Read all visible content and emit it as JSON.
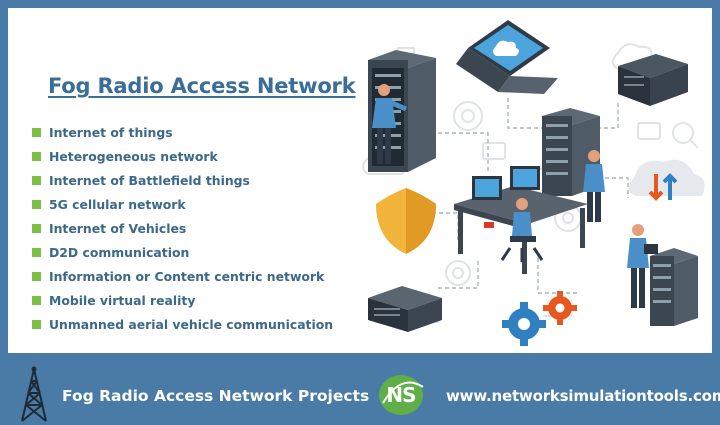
{
  "content": {
    "title": "Fog Radio Access Network",
    "topics": [
      {
        "label": "Internet of things"
      },
      {
        "label": "Heterogeneous network"
      },
      {
        "label": "Internet of Battlefield things"
      },
      {
        "label": "5G cellular network"
      },
      {
        "label": "Internet of Vehicles"
      },
      {
        "label": "D2D communication"
      },
      {
        "label": "Information or Content centric network"
      },
      {
        "label": "Mobile virtual reality"
      },
      {
        "label": "Unmanned aerial vehicle communication"
      }
    ]
  },
  "footer": {
    "title": "Fog Radio Access Network Projects",
    "logo_text": "NS",
    "website": "www.networksimulationtools.com"
  },
  "colors": {
    "accent_blue": "#3a6e98",
    "bullet_green": "#7dbe45",
    "footer_bg": "#4a7aa6",
    "logo_green": "#5fae47"
  }
}
